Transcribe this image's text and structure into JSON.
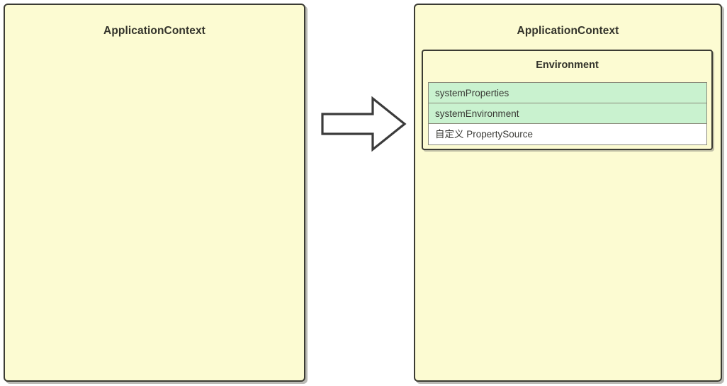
{
  "diagram": {
    "type": "flow",
    "background": "#ffffff",
    "panel_fill": "#fcfbd2",
    "panel_border": "#3b3b33",
    "highlight_fill": "#c9f2cf",
    "plain_fill": "#ffffff",
    "left_panel": {
      "title": "ApplicationContext",
      "contents": []
    },
    "arrow": {
      "name": "right-block-arrow",
      "direction": "right",
      "fill": "#ffffff",
      "stroke": "#3b3b3b"
    },
    "right_panel": {
      "title": "ApplicationContext",
      "environment": {
        "title": "Environment",
        "property_sources": [
          {
            "label": "systemProperties",
            "style": "green"
          },
          {
            "label": "systemEnvironment",
            "style": "green"
          },
          {
            "label": "自定义 PropertySource",
            "style": "white"
          }
        ]
      }
    }
  }
}
